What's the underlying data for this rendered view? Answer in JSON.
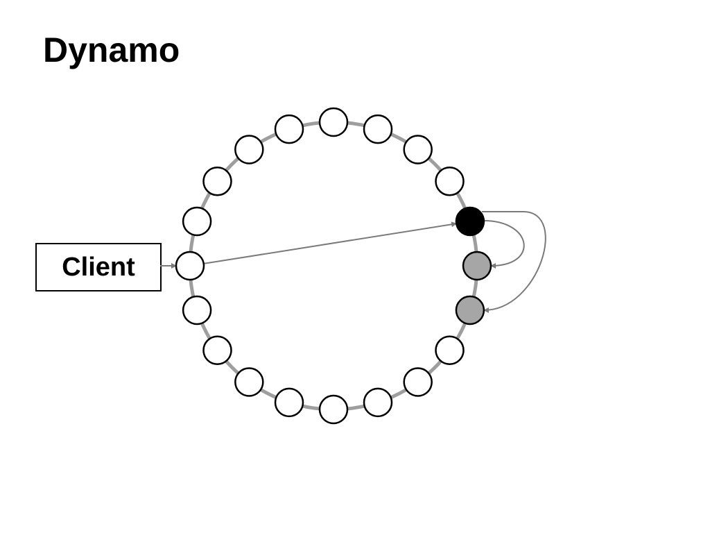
{
  "title": "Dynamo",
  "client": {
    "label": "Client"
  },
  "ring": {
    "node_count": 20,
    "coordinator_index": 4,
    "replica_indices": [
      5,
      6
    ],
    "colors": {
      "ring": "#9e9e9e",
      "node_fill": "#ffffff",
      "node_stroke": "#000000",
      "coordinator": "#000000",
      "replica": "#a6a6a6",
      "arrow": "#7a7a7a"
    }
  }
}
